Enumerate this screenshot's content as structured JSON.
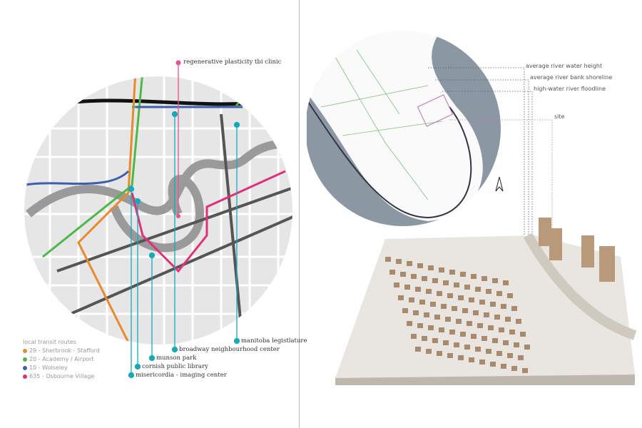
{
  "map": {
    "callouts": {
      "clinic": "regenerative plasticity tbi clinic",
      "legislature": "manitoba legistlature",
      "broadway": "broadway neighbourhood center",
      "munson": "munson park",
      "library": "cornish public library",
      "misericordia": "misericordia - imaging center"
    },
    "legend": {
      "title": "local transit routes",
      "routes": [
        {
          "label": "29 - Sherbrook - Stafford",
          "color": "#e8892b"
        },
        {
          "label": "20 - Academy / Airport",
          "color": "#4db848"
        },
        {
          "label": "10 - Wolseley",
          "color": "#3d5fb0"
        },
        {
          "label": "635 - Osbourne Village",
          "color": "#e0307a"
        }
      ]
    },
    "callout_color": "#14aab8",
    "clinic_color": "#e8538f"
  },
  "site": {
    "labels": {
      "water": "average river water height",
      "shoreline": "average river bank shoreline",
      "floodline": "high-water river floodline",
      "site": "site"
    }
  }
}
